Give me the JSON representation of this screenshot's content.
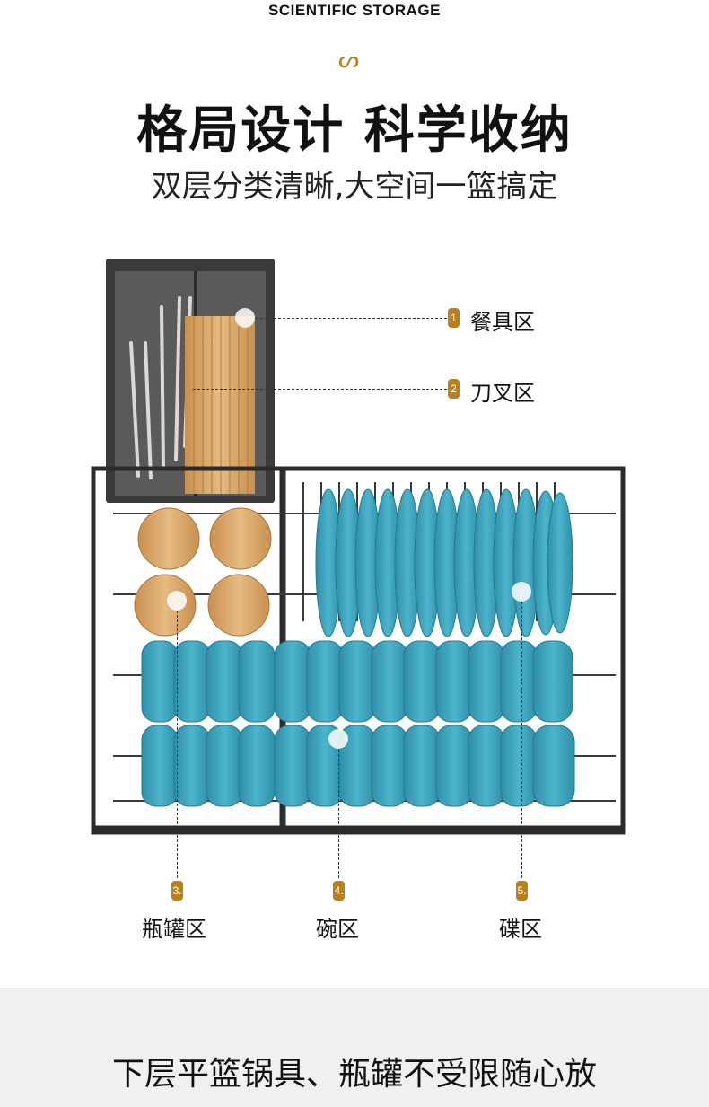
{
  "header": {
    "eyebrow": "SCIENTIFIC STORAGE",
    "swirl": "ᔕ",
    "title": "格局设计 科学收纳",
    "subtitle": "双层分类清晰,大空间一篮搞定"
  },
  "callouts": [
    {
      "num": "1",
      "label": "餐具区"
    },
    {
      "num": "2",
      "label": "刀叉区"
    },
    {
      "num": "3.",
      "label": "瓶罐区"
    },
    {
      "num": "4.",
      "label": "碗区"
    },
    {
      "num": "5.",
      "label": "碟区"
    }
  ],
  "footer": {
    "text": "下层平篮锅具、瓶罐不受限随心放"
  },
  "colors": {
    "accent": "#b8801f",
    "bowl": "#3fa4bd",
    "rack": "#2b2b2b",
    "wood": "#d9a86a"
  }
}
